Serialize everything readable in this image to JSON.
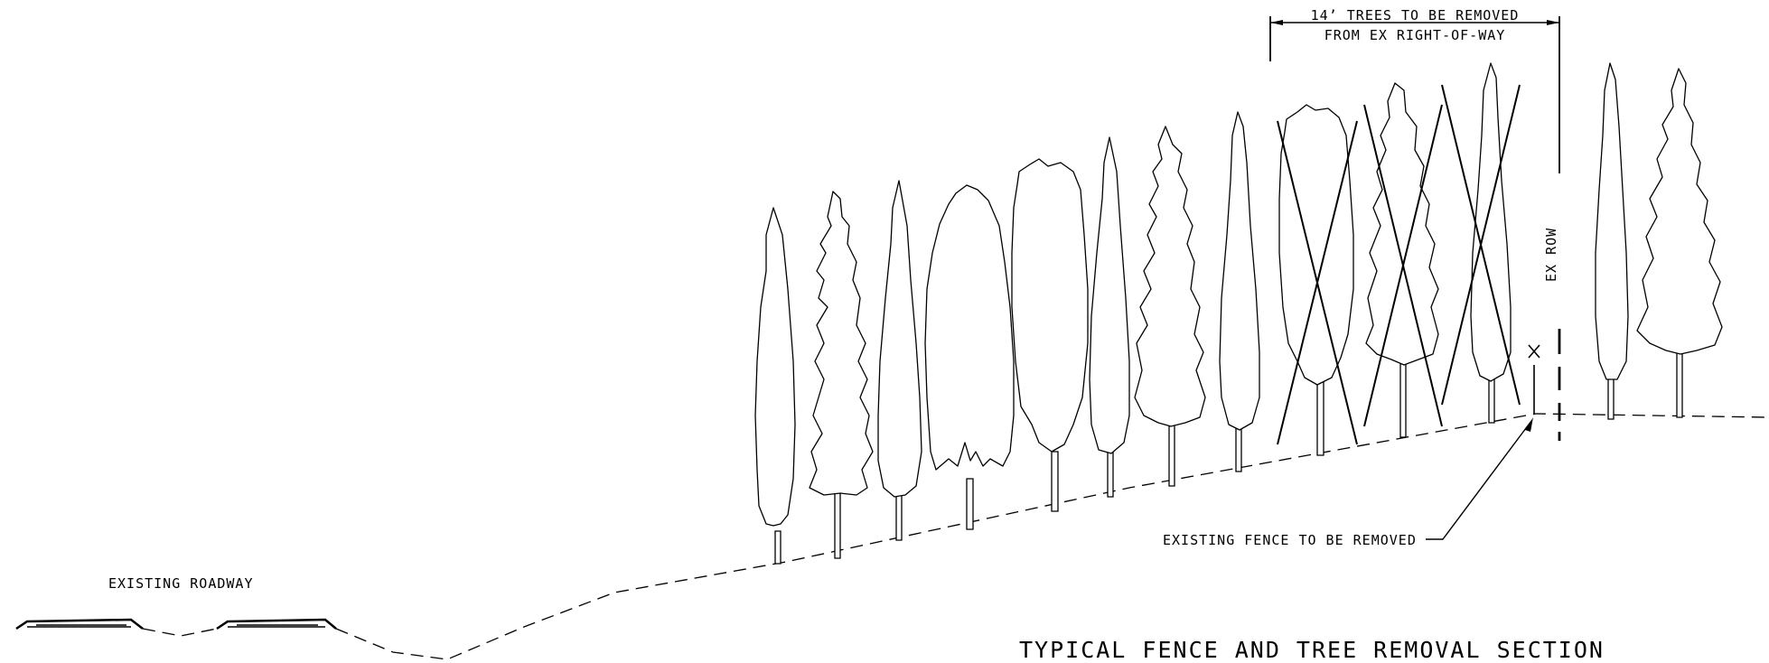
{
  "labels": {
    "title": "TYPICAL FENCE AND TREE REMOVAL SECTION",
    "roadway": "EXISTING ROADWAY",
    "fence": "EXISTING FENCE TO BE REMOVED",
    "trees_line1": "14’ TREES TO BE REMOVED",
    "trees_line2": "FROM EX RIGHT-OF-WAY",
    "row": "EX ROW"
  }
}
